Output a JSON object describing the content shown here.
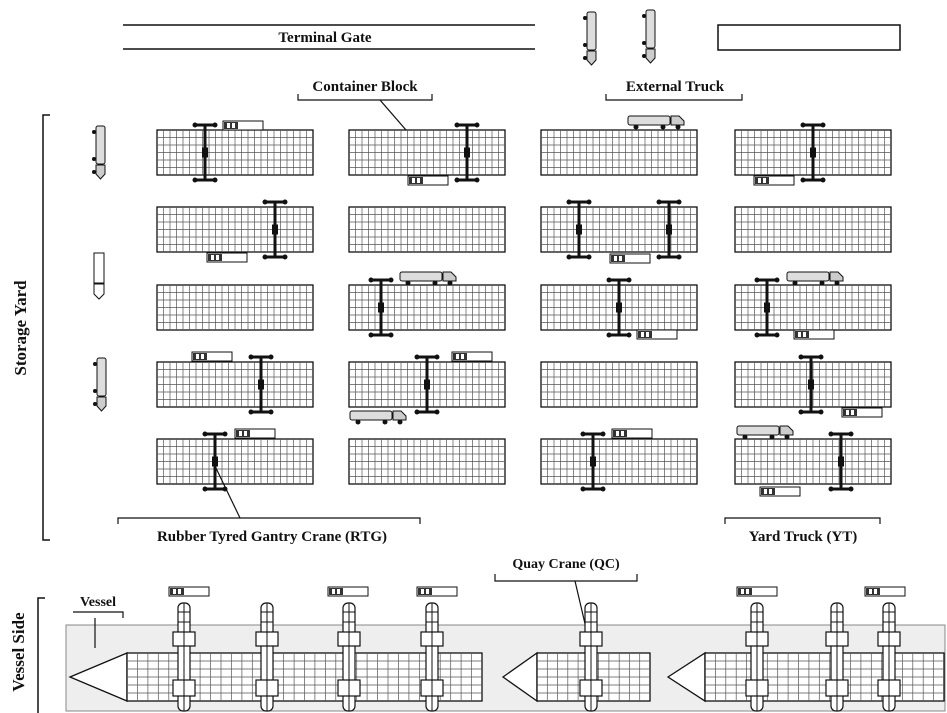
{
  "labels": {
    "terminal_gate": "Terminal Gate",
    "container_block": "Container Block",
    "external_truck": "External Truck",
    "storage_yard": "Storage Yard",
    "rtg": "Rubber Tyred Gantry Crane (RTG)",
    "yard_truck": "Yard Truck (YT)",
    "quay_crane": "Quay Crane (QC)",
    "vessel": "Vessel",
    "vessel_side": "Vessel Side"
  },
  "yard": {
    "columns": 4,
    "rows": 5,
    "block_grid": {
      "bays": 24,
      "tiers": 6
    }
  },
  "vessels": {
    "count": 3
  },
  "colors": {
    "ink": "#111111",
    "grid": "#555555",
    "quay": "#eeeeee"
  }
}
